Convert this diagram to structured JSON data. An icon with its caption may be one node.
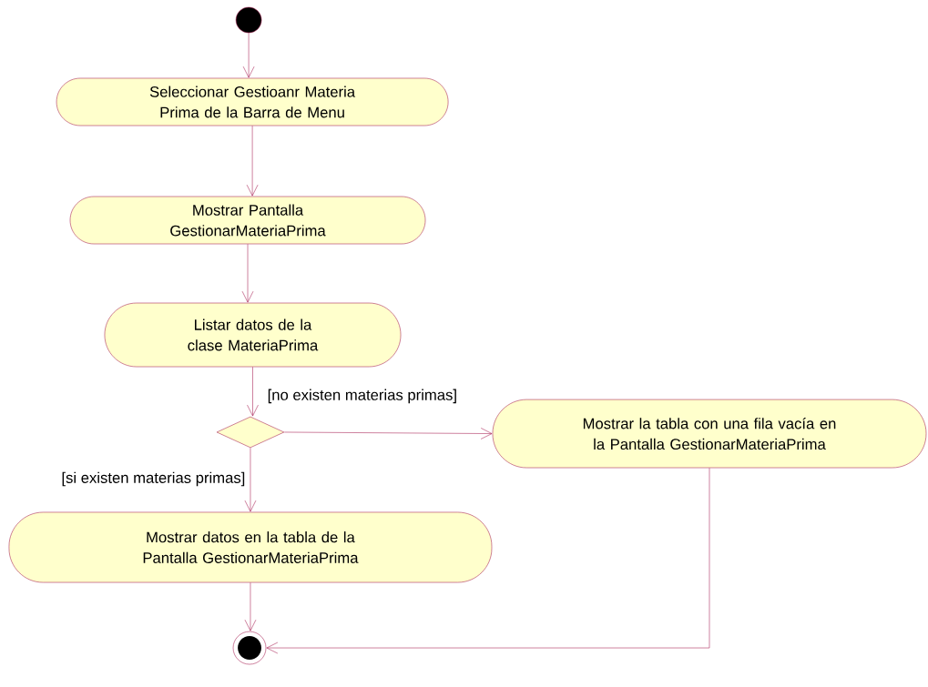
{
  "diagram": {
    "nodes": [
      {
        "text": [],
        "shape": "circle"
      },
      {
        "text": [
          "Seleccionar Gestioanr Materia Prima de la Barra de Menu"
        ]
      },
      {
        "text": [
          "Mostrar Pantalla GestionarMateriaPrima"
        ]
      },
      {
        "text": [
          "Listar datos de la clase MateriaPrima"
        ]
      },
      {
        "text": [],
        "shape": "diamond"
      },
      {
        "text": [
          "Mostrar la tabla con una fila vacía en la Pantalla GestionarMateriaPrima"
        ]
      },
      {
        "text": [
          "Mostrar datos en la tabla de la  Pantalla GestionarMateriaPrima"
        ]
      },
      {
        "text": [],
        "shape": "circle"
      }
    ],
    "edges": [
      {
        "from": 0,
        "to": 1,
        "arrow": "to"
      },
      {
        "from": 1,
        "to": 2,
        "arrow": "to"
      },
      {
        "from": 2,
        "to": 3,
        "arrow": "to"
      },
      {
        "from": 3,
        "to": 4,
        "arrow": "to"
      },
      {
        "from": 4,
        "to": 5,
        "arrow": "to",
        "label": "[no existen materias primas]"
      },
      {
        "from": 4,
        "to": 6,
        "arrow": "to",
        "label": "[si existen materias primas]"
      },
      {
        "from": 6,
        "to": 7,
        "arrow": "to"
      },
      {
        "from": 5,
        "to": 7,
        "arrow": "to"
      }
    ]
  }
}
